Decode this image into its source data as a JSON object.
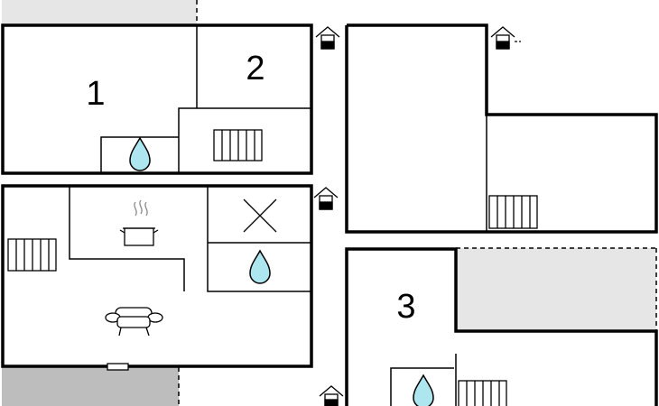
{
  "floorplan": {
    "room_labels": [
      "1",
      "2",
      "3"
    ],
    "icons": {
      "water": "water-drop-icon",
      "radiator": "radiator-icon",
      "kitchen": "cooking-pot-icon",
      "living": "sofa-icon",
      "shower": "shower-cross-icon",
      "entrance": "entrance-house-icon"
    },
    "colors": {
      "wall": "#000000",
      "terrace_light": "#e6e6e6",
      "terrace_dark": "#bdbdbd",
      "water": "#aee6f0",
      "background": "#ffffff"
    }
  }
}
